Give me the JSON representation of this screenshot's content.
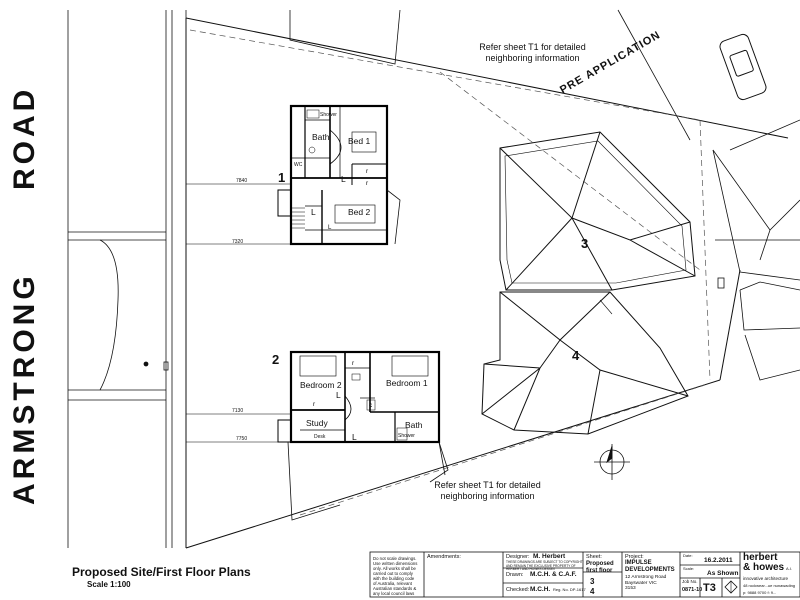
{
  "road": {
    "word1": "ROAD",
    "word2": "ARMSTRONG"
  },
  "notes": {
    "top": "Refer sheet T1 for detailed\nneighboring information",
    "bottom": "Refer sheet T1 for detailed\nneighboring information",
    "pre_application": "PRE APPLICATION"
  },
  "units": {
    "u1": {
      "number": "1",
      "bath": "Bath",
      "bed1": "Bed 1",
      "bed2": "Bed 2",
      "l_landing": "L",
      "l_stair": "L",
      "l_bottom": "L",
      "r1": "r",
      "r2": "r",
      "shower": "Shower",
      "wc": "WC"
    },
    "u2": {
      "number": "2",
      "bedroom2": "Bedroom 2",
      "bedroom1": "Bedroom 1",
      "study": "Study",
      "bath": "Bath",
      "l_hall": "L",
      "l_bottom": "L",
      "r1": "r",
      "r2": "r",
      "c": "c",
      "desk": "Desk",
      "shower": "Shower"
    },
    "u3": {
      "number": "3"
    },
    "u4": {
      "number": "4"
    }
  },
  "dimensions": {
    "d1": "7840",
    "d2": "7320",
    "d3": "7130",
    "d4": "7750"
  },
  "title": {
    "main": "Proposed Site/First Floor Plans",
    "scale": "Scale 1:100"
  },
  "title_block": {
    "disclaimer": "Do not scale drawings.\nUse written dimensions\nonly. All works shall be\ncarried out to comply\nwith the building code\nof Australia, relevant\nAustralian standards &\nany local council laws",
    "amendments_label": "Amendments:",
    "designer_label": "Designer:",
    "designer": "M. Herbert",
    "copyright": "THESE DRAWINGS ARE SUBJECT TO COPYRIGHT\nAND REMAIN THE EXCLUSIVE PROPERTY OF\nHERBERT AND HOWES DESIGN",
    "drawn_label": "Drawn:",
    "drawn": "M.C.H. & C.A.F.",
    "checked_label": "Checked:",
    "checked": "M.C.H.",
    "reg": "Reg. No. DP-1617",
    "sheet_label": "Sheet:",
    "sheet_desc": "Proposed\nfirst floor",
    "sheet_no_a": "3",
    "sheet_no_b": "4",
    "project_label": "Project:",
    "project": "IMPULSE\nDEVELOPMENTS",
    "address": "12 Armstrong Road\nBayswater VIC\n3153",
    "date_label": "Date:",
    "date": "16.2.2011",
    "scale_label": "Scale:",
    "scale": "As Shown",
    "job_label": "Job No.",
    "job": "0871-10",
    "sheet_code": "T3",
    "firm": "herbert\n& howes",
    "firm_suffix": "A.I.",
    "firm_line1": "innovative architecture",
    "firm_line2": "48 rockwear...ue nunawading",
    "firm_line3": "p: 9888 9700  f: 9..."
  },
  "colors": {
    "line": "#111111",
    "dashed": "#555555",
    "wall": "#000000"
  }
}
